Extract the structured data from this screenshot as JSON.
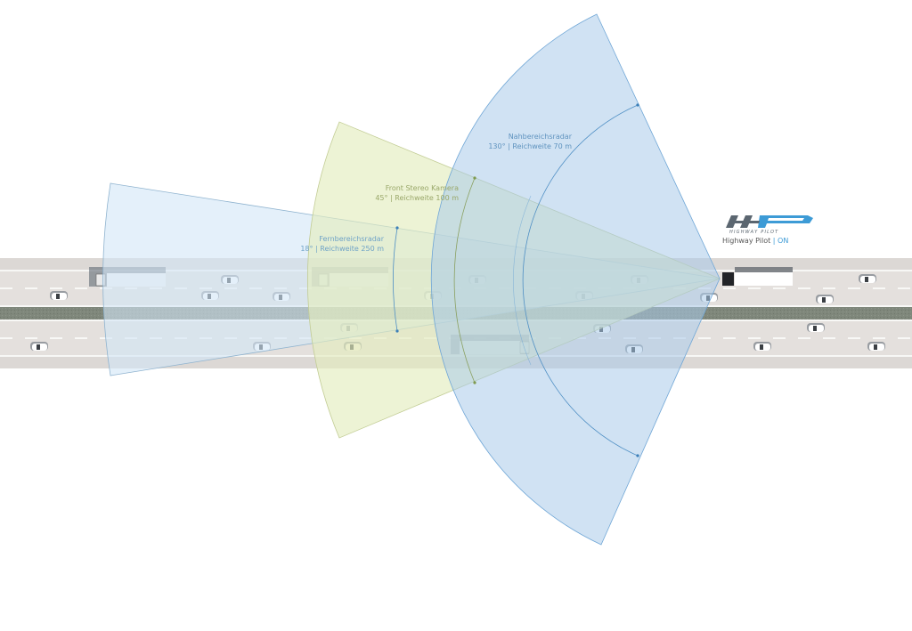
{
  "title": "Highway Pilot sensor coverage",
  "sensors": [
    {
      "id": "nahbereichsradar",
      "name": "Nahbereichsradar",
      "spec": "130° | Reichweite 70 m",
      "angle_deg": 130,
      "range_m": 70,
      "color": "#a9cbe9"
    },
    {
      "id": "front-stereo-kamera",
      "name": "Front Stereo Kamera",
      "spec": "45° | Reichweite 100 m",
      "angle_deg": 45,
      "range_m": 100,
      "color": "#e3ebc2"
    },
    {
      "id": "fernbereichsradar",
      "name": "Fernbereichsradar",
      "spec": "18° | Reichweite 250 m",
      "angle_deg": 18,
      "range_m": 250,
      "color": "#dcecf8"
    }
  ],
  "logo": {
    "mark": "HP",
    "subtitle": "HIGHWAY PILOT",
    "status_label": "Highway Pilot",
    "separator": "|",
    "status_value": "ON",
    "accent": "#3d9bd6"
  },
  "colors": {
    "road": "#e2dedb",
    "median": "#7d8479",
    "lane_line": "#ffffff"
  }
}
